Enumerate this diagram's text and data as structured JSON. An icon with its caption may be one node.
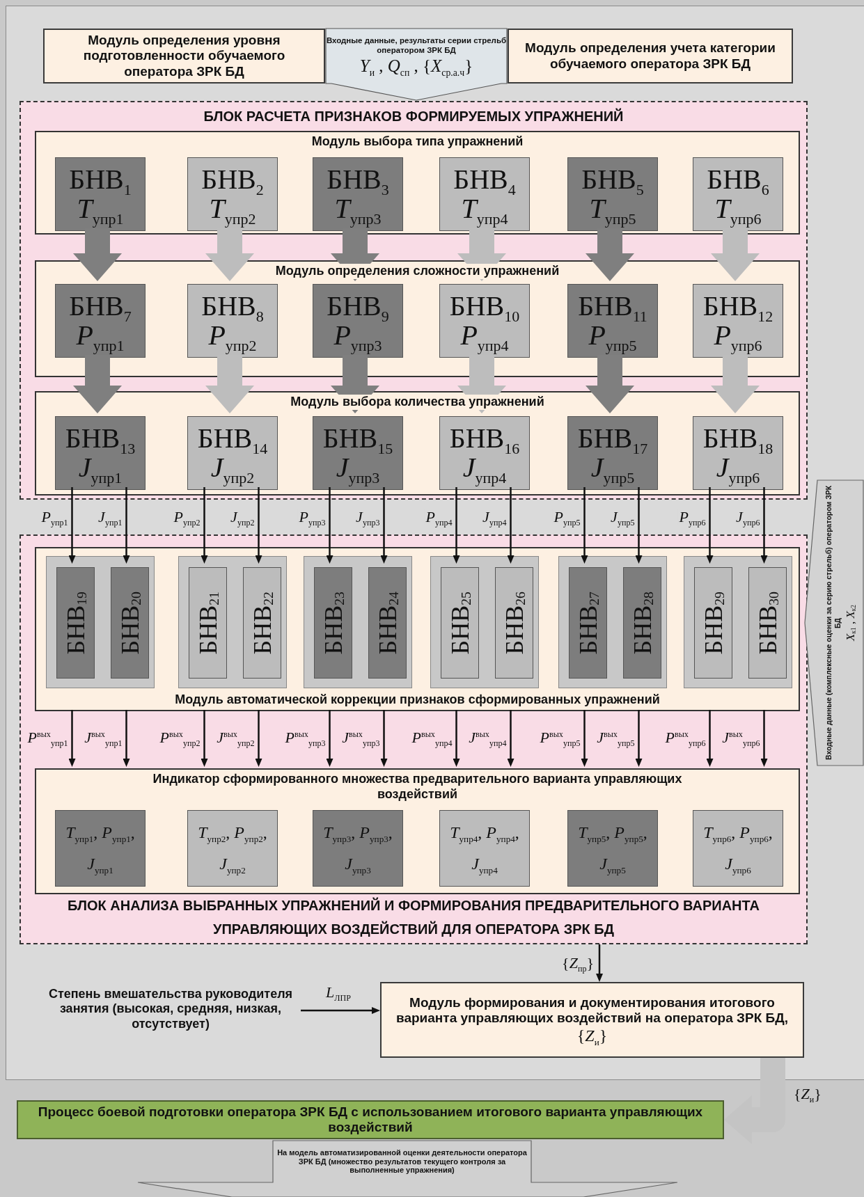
{
  "diagram": {
    "nodes": [
      {
        "text": [
          "Модуль определения уровня подготовленности обучаемого оператора ЗРК БД"
        ]
      },
      {
        "text": [
          "Входные данные, результаты серии стрельб оператором ЗРК БД",
          "*Y*$_{и}$ , *Q*$_{сп}$ , {*X*$_{ср.а.ч}$}"
        ]
      },
      {
        "text": [
          "Модуль определения учета категории обучаемого оператора ЗРК БД"
        ]
      },
      {
        "text": [
          "БЛОК РАСЧЕТА ПРИЗНАКОВ ФОРМИРУЕМЫХ УПРАЖНЕНИЙ"
        ]
      },
      {
        "text": [
          "Модуль выбора типа упражнений"
        ],
        "in": 3
      },
      {
        "text": [
          "БНВ$_{1}$",
          "*T*$_{упр1}$"
        ],
        "in": 4
      },
      {
        "text": [
          "БНВ$_{2}$",
          "*T*$_{упр2}$"
        ],
        "in": 4
      },
      {
        "text": [
          "БНВ$_{3}$",
          "*T*$_{упр3}$"
        ],
        "in": 4
      },
      {
        "text": [
          "БНВ$_{4}$",
          "*T*$_{упр4}$"
        ],
        "in": 4
      },
      {
        "text": [
          "БНВ$_{5}$",
          "*T*$_{упр5}$"
        ],
        "in": 4
      },
      {
        "text": [
          "БНВ$_{6}$",
          "*T*$_{упр6}$"
        ],
        "in": 4
      },
      {
        "text": [
          "Модуль определения сложности упражнений"
        ],
        "in": 3
      },
      {
        "text": [
          "БНВ$_{7}$",
          "*P*$_{упр1}$"
        ],
        "in": 11
      },
      {
        "text": [
          "БНВ$_{8}$",
          "*P*$_{упр2}$"
        ],
        "in": 11
      },
      {
        "text": [
          "БНВ$_{9}$",
          "*P*$_{упр3}$"
        ],
        "in": 11
      },
      {
        "text": [
          "БНВ$_{10}$",
          "*P*$_{упр4}$"
        ],
        "in": 11
      },
      {
        "text": [
          "БНВ$_{11}$",
          "*P*$_{упр5}$"
        ],
        "in": 11
      },
      {
        "text": [
          "БНВ$_{12}$",
          "*P*$_{упр6}$"
        ],
        "in": 11
      },
      {
        "text": [
          "Модуль выбора количества упражнений"
        ],
        "in": 3
      },
      {
        "text": [
          "БНВ$_{13}$",
          "*J*$_{упр1}$"
        ],
        "in": 18
      },
      {
        "text": [
          "БНВ$_{14}$",
          "*J*$_{упр2}$"
        ],
        "in": 18
      },
      {
        "text": [
          "БНВ$_{15}$",
          "*J*$_{упр3}$"
        ],
        "in": 18
      },
      {
        "text": [
          "БНВ$_{16}$",
          "*J*$_{упр4}$"
        ],
        "in": 18
      },
      {
        "text": [
          "БНВ$_{17}$",
          "*J*$_{упр5}$"
        ],
        "in": 18
      },
      {
        "text": [
          "БНВ$_{18}$",
          "*J*$_{упр6}$"
        ],
        "in": 18
      },
      {
        "text": [
          "БЛОК АНАЛИЗА ВЫБРАННЫХ УПРАЖНЕНИЙ И ФОРМИРОВАНИЯ ПРЕДВАРИТЕЛЬНОГО ВАРИАНТА УПРАВЛЯЮЩИХ ВОЗДЕЙСТВИЙ ДЛЯ ОПЕРАТОРА ЗРК БД"
        ]
      },
      {
        "text": [
          "Модуль автоматической коррекции признаков сформированных упражнений"
        ],
        "in": 25
      },
      {
        "text": [],
        "shape": "box",
        "in": 26
      },
      {
        "text": [],
        "shape": "box",
        "in": 26
      },
      {
        "text": [],
        "shape": "box",
        "in": 26
      },
      {
        "text": [],
        "shape": "box",
        "in": 26
      },
      {
        "text": [],
        "shape": "box",
        "in": 26
      },
      {
        "text": [],
        "shape": "box",
        "in": 26
      },
      {
        "text": [
          "БНВ$_{19}$"
        ],
        "in": 27
      },
      {
        "text": [
          "БНВ$_{20}$"
        ],
        "in": 27
      },
      {
        "text": [
          "БНВ$_{21}$"
        ],
        "in": 28
      },
      {
        "text": [
          "БНВ$_{22}$"
        ],
        "in": 28
      },
      {
        "text": [
          "БНВ$_{23}$"
        ],
        "in": 29
      },
      {
        "text": [
          "БНВ$_{24}$"
        ],
        "in": 29
      },
      {
        "text": [
          "БНВ$_{25}$"
        ],
        "in": 30
      },
      {
        "text": [
          "БНВ$_{26}$"
        ],
        "in": 30
      },
      {
        "text": [
          "БНВ$_{27}$"
        ],
        "in": 31
      },
      {
        "text": [
          "БНВ$_{28}$"
        ],
        "in": 31
      },
      {
        "text": [
          "БНВ$_{29}$"
        ],
        "in": 32
      },
      {
        "text": [
          "БНВ$_{30}$"
        ],
        "in": 32
      },
      {
        "text": [
          "Индикатор сформированного множества предварительного варианта управляющих воздействий"
        ],
        "in": 25
      },
      {
        "text": [
          "*T*$_{упр1}$, *P*$_{упр1}$,",
          "*J*$_{упр1}$"
        ],
        "in": 45
      },
      {
        "text": [
          "*T*$_{упр2}$, *P*$_{упр2}$,",
          "*J*$_{упр2}$"
        ],
        "in": 45
      },
      {
        "text": [
          "*T*$_{упр3}$, *P*$_{упр3}$,",
          "*J*$_{упр3}$"
        ],
        "in": 45
      },
      {
        "text": [
          "*T*$_{упр4}$, *P*$_{упр4}$,",
          "*J*$_{упр4}$"
        ],
        "in": 45
      },
      {
        "text": [
          "*T*$_{упр5}$, *P*$_{упр5}$,",
          "*J*$_{упр5}$"
        ],
        "in": 45
      },
      {
        "text": [
          "*T*$_{упр6}$, *P*$_{упр6}$,",
          "*J*$_{упр6}$"
        ],
        "in": 45
      },
      {
        "text": [
          "Модуль формирования и документирования итогового варианта управляющих воздействий на оператора ЗРК БД,",
          "{*Z*$_{и}$}"
        ]
      },
      {
        "text": [
          "Степень вмешательства руководителя занятия (высокая, средняя, низкая, отсутствует)"
        ]
      },
      {
        "text": [
          "Процесс боевой подготовки оператора ЗРК БД с использованием итогового варианта управляющих воздействий"
        ]
      },
      {
        "text": [
          "На модель автоматизированной оценки деятельности оператора ЗРК БД (множество результатов текущего контроля за выполненные упражнения)"
        ]
      },
      {
        "text": [
          "Входные данные (комплексные оценки за серию стрельб) оператором ЗРК БД",
          "*X*$_{к1}$ , *X*$_{к2}$"
        ]
      }
    ],
    "edges": [
      {
        "from": 5,
        "to": 12,
        "arrow": "to",
        "style": "thick",
        "color": "#7f7f7f"
      },
      {
        "from": 6,
        "to": 13,
        "arrow": "to",
        "style": "thick",
        "color": "#bdbdbd"
      },
      {
        "from": 7,
        "to": 14,
        "arrow": "to",
        "style": "thick",
        "color": "#7f7f7f"
      },
      {
        "from": 8,
        "to": 15,
        "arrow": "to",
        "style": "thick",
        "color": "#bdbdbd"
      },
      {
        "from": 9,
        "to": 16,
        "arrow": "to",
        "style": "thick",
        "color": "#7f7f7f"
      },
      {
        "from": 10,
        "to": 17,
        "arrow": "to",
        "style": "thick",
        "color": "#bdbdbd"
      },
      {
        "from": 12,
        "to": 19,
        "arrow": "to",
        "style": "thick",
        "color": "#7f7f7f"
      },
      {
        "from": 13,
        "to": 20,
        "arrow": "to",
        "style": "thick",
        "color": "#bdbdbd"
      },
      {
        "from": 14,
        "to": 21,
        "arrow": "to",
        "style": "thick",
        "color": "#7f7f7f"
      },
      {
        "from": 15,
        "to": 22,
        "arrow": "to",
        "style": "thick",
        "color": "#bdbdbd"
      },
      {
        "from": 16,
        "to": 23,
        "arrow": "to",
        "style": "thick",
        "color": "#7f7f7f"
      },
      {
        "from": 17,
        "to": 24,
        "arrow": "to",
        "style": "thick",
        "color": "#bdbdbd"
      },
      {
        "from": 19,
        "to": 33,
        "arrow": "to",
        "label": "*P*$_{упр1}$"
      },
      {
        "from": 19,
        "to": 34,
        "arrow": "to",
        "label": "*J*$_{упр1}$"
      },
      {
        "from": 20,
        "to": 35,
        "arrow": "to",
        "label": "*P*$_{упр2}$"
      },
      {
        "from": 20,
        "to": 36,
        "arrow": "to",
        "label": "*J*$_{упр2}$"
      },
      {
        "from": 21,
        "to": 37,
        "arrow": "to",
        "label": "*P*$_{упр3}$"
      },
      {
        "from": 21,
        "to": 38,
        "arrow": "to",
        "label": "*J*$_{упр3}$"
      },
      {
        "from": 22,
        "to": 39,
        "arrow": "to",
        "label": "*P*$_{упр4}$"
      },
      {
        "from": 22,
        "to": 40,
        "arrow": "to",
        "label": "*J*$_{упр4}$"
      },
      {
        "from": 23,
        "to": 41,
        "arrow": "to",
        "label": "*P*$_{упр5}$"
      },
      {
        "from": 23,
        "to": 42,
        "arrow": "to",
        "label": "*J*$_{упр5}$"
      },
      {
        "from": 24,
        "to": 43,
        "arrow": "to",
        "label": "*P*$_{упр6}$"
      },
      {
        "from": 24,
        "to": 44,
        "arrow": "to",
        "label": "*J*$_{упр6}$"
      },
      {
        "from": 26,
        "to": 45,
        "arrow": "to",
        "label": "*P*$^{вых}$$_{упр1}$"
      },
      {
        "from": 26,
        "to": 45,
        "arrow": "to",
        "label": "*J*$^{вых}$$_{упр1}$"
      },
      {
        "from": 26,
        "to": 45,
        "arrow": "to",
        "label": "*P*$^{вых}$$_{упр2}$"
      },
      {
        "from": 26,
        "to": 45,
        "arrow": "to",
        "label": "*J*$^{вых}$$_{упр2}$"
      },
      {
        "from": 26,
        "to": 45,
        "arrow": "to",
        "label": "*P*$^{вых}$$_{упр3}$"
      },
      {
        "from": 26,
        "to": 45,
        "arrow": "to",
        "label": "*J*$^{вых}$$_{упр3}$"
      },
      {
        "from": 26,
        "to": 45,
        "arrow": "to",
        "label": "*P*$^{вых}$$_{упр4}$"
      },
      {
        "from": 26,
        "to": 45,
        "arrow": "to",
        "label": "*J*$^{вых}$$_{упр4}$"
      },
      {
        "from": 26,
        "to": 45,
        "arrow": "to",
        "label": "*P*$^{вых}$$_{упр5}$"
      },
      {
        "from": 26,
        "to": 45,
        "arrow": "to",
        "label": "*J*$^{вых}$$_{упр5}$"
      },
      {
        "from": 26,
        "to": 45,
        "arrow": "to",
        "label": "*P*$^{вых}$$_{упр6}$"
      },
      {
        "from": 26,
        "to": 45,
        "arrow": "to",
        "label": "*J*$^{вых}$$_{упр6}$"
      },
      {
        "from": 25,
        "to": 52,
        "arrow": "to",
        "label": "{*Z*$_{пр}$}"
      },
      {
        "from": 53,
        "to": 52,
        "arrow": "to",
        "label": "*L*$_{ЛПР}$"
      },
      {
        "from": 52,
        "to": 54,
        "arrow": "to",
        "label": "{*Z*$_{и}$}",
        "style": "thick",
        "color": "#c4c4c4"
      }
    ]
  }
}
